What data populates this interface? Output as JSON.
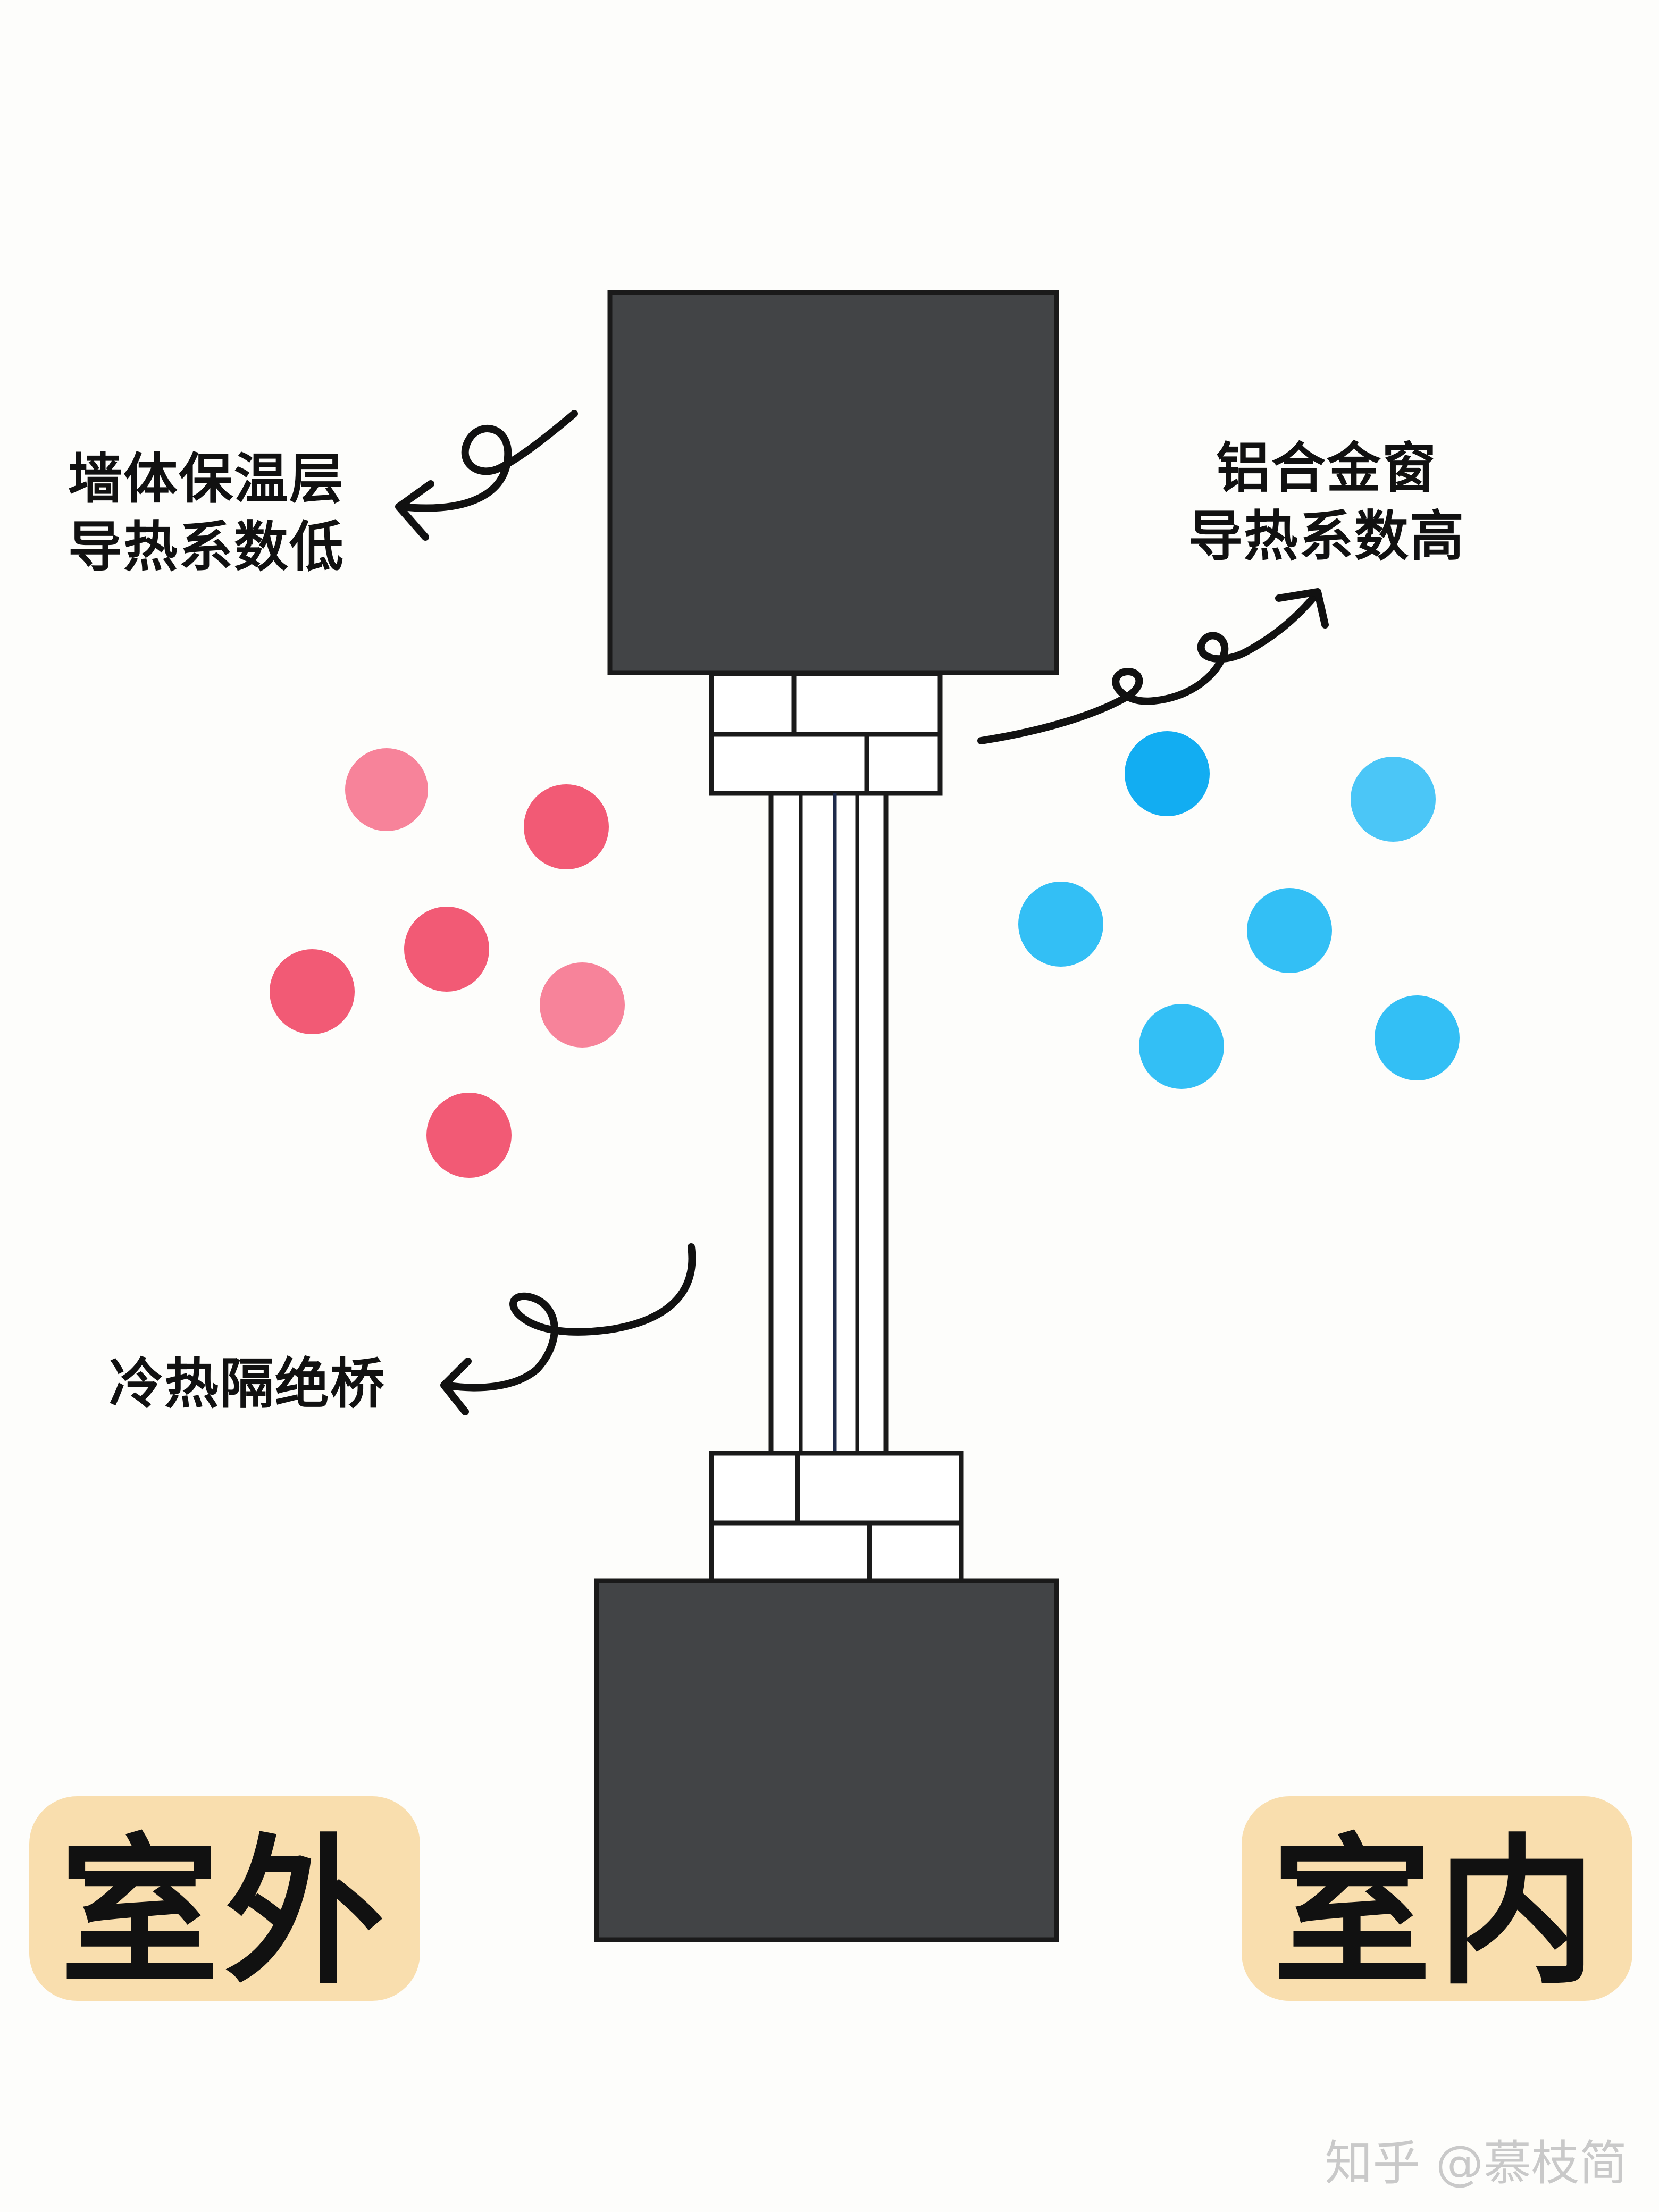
{
  "labels": {
    "wall_insulation": [
      "墙体保温层",
      "导热系数低"
    ],
    "aluminum_window": [
      "铝合金窗",
      "导热系数高"
    ],
    "thermal_break": "冷热隔绝桥"
  },
  "zones": {
    "outdoor": "室外",
    "indoor": "室内"
  },
  "watermark": "知乎 @慕枝简",
  "colors": {
    "wall_block": "#424446",
    "outline": "#1a1a1a",
    "warm_particle": "#f25a75",
    "warm_particle_light": "#f7839a",
    "cool_particle": "#33bff5",
    "cool_particle_dark": "#12adf2",
    "badge": "#f9deae",
    "core_line": "#1e2a4a"
  }
}
